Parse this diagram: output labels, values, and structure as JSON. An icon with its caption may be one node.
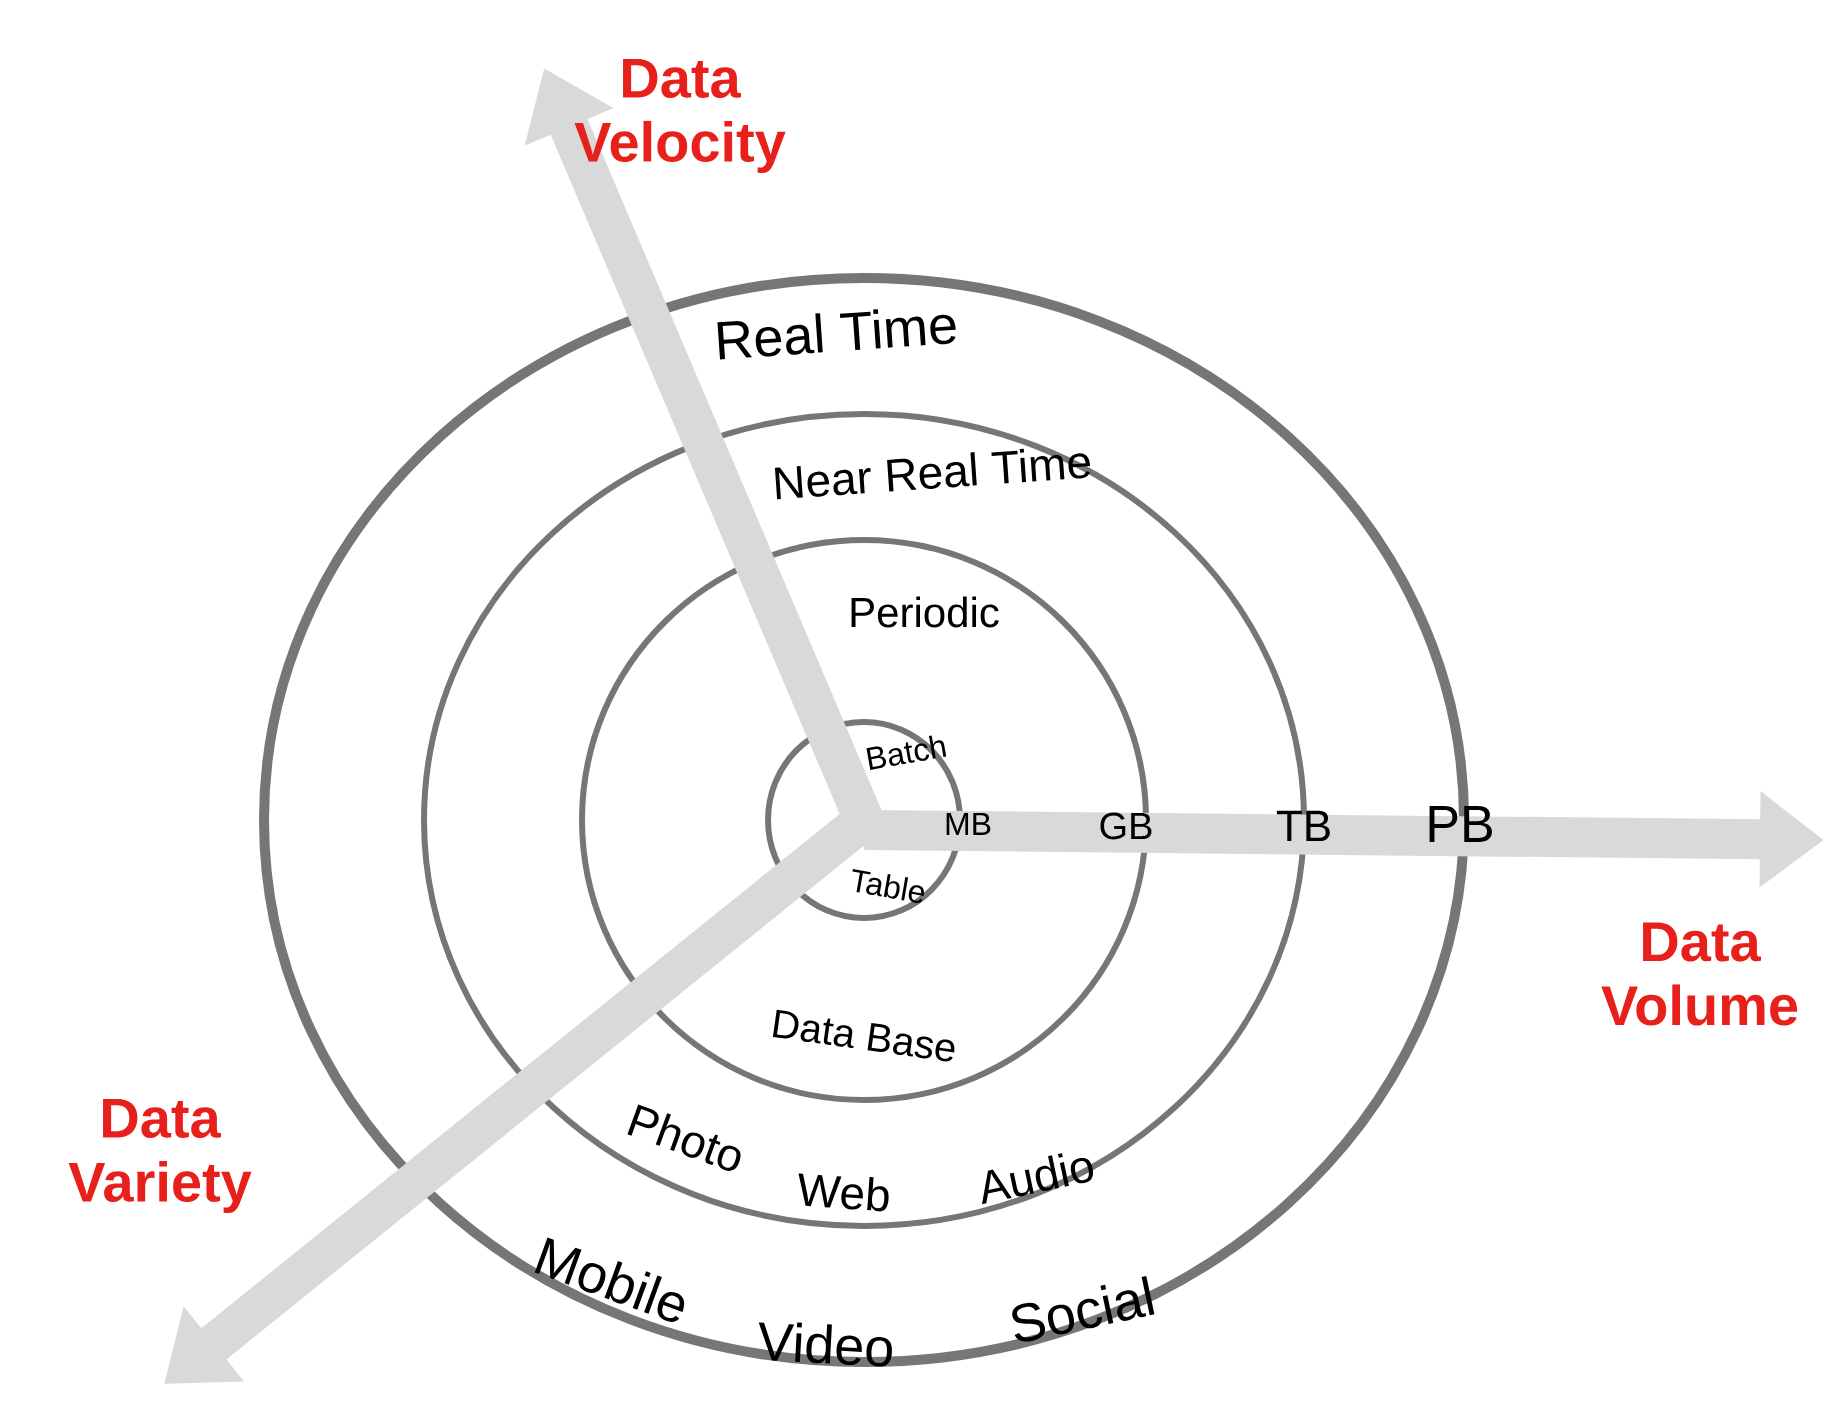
{
  "diagram": {
    "nodes": [
      {
        "text": [
          "Real Time",
          "Mobile",
          "Video",
          "Social",
          "PB"
        ]
      },
      {
        "text": [
          "Near Real Time",
          "Photo",
          "Web",
          "Audio",
          "TB"
        ],
        "in": 0
      },
      {
        "text": [
          "Periodic",
          "Data Base",
          "GB"
        ],
        "in": 1
      },
      {
        "text": [
          "Batch",
          "Table",
          "MB"
        ],
        "in": 2
      }
    ],
    "edges": [],
    "labels": [
      "Data Velocity",
      "Data Volume",
      "Data Variety"
    ]
  }
}
